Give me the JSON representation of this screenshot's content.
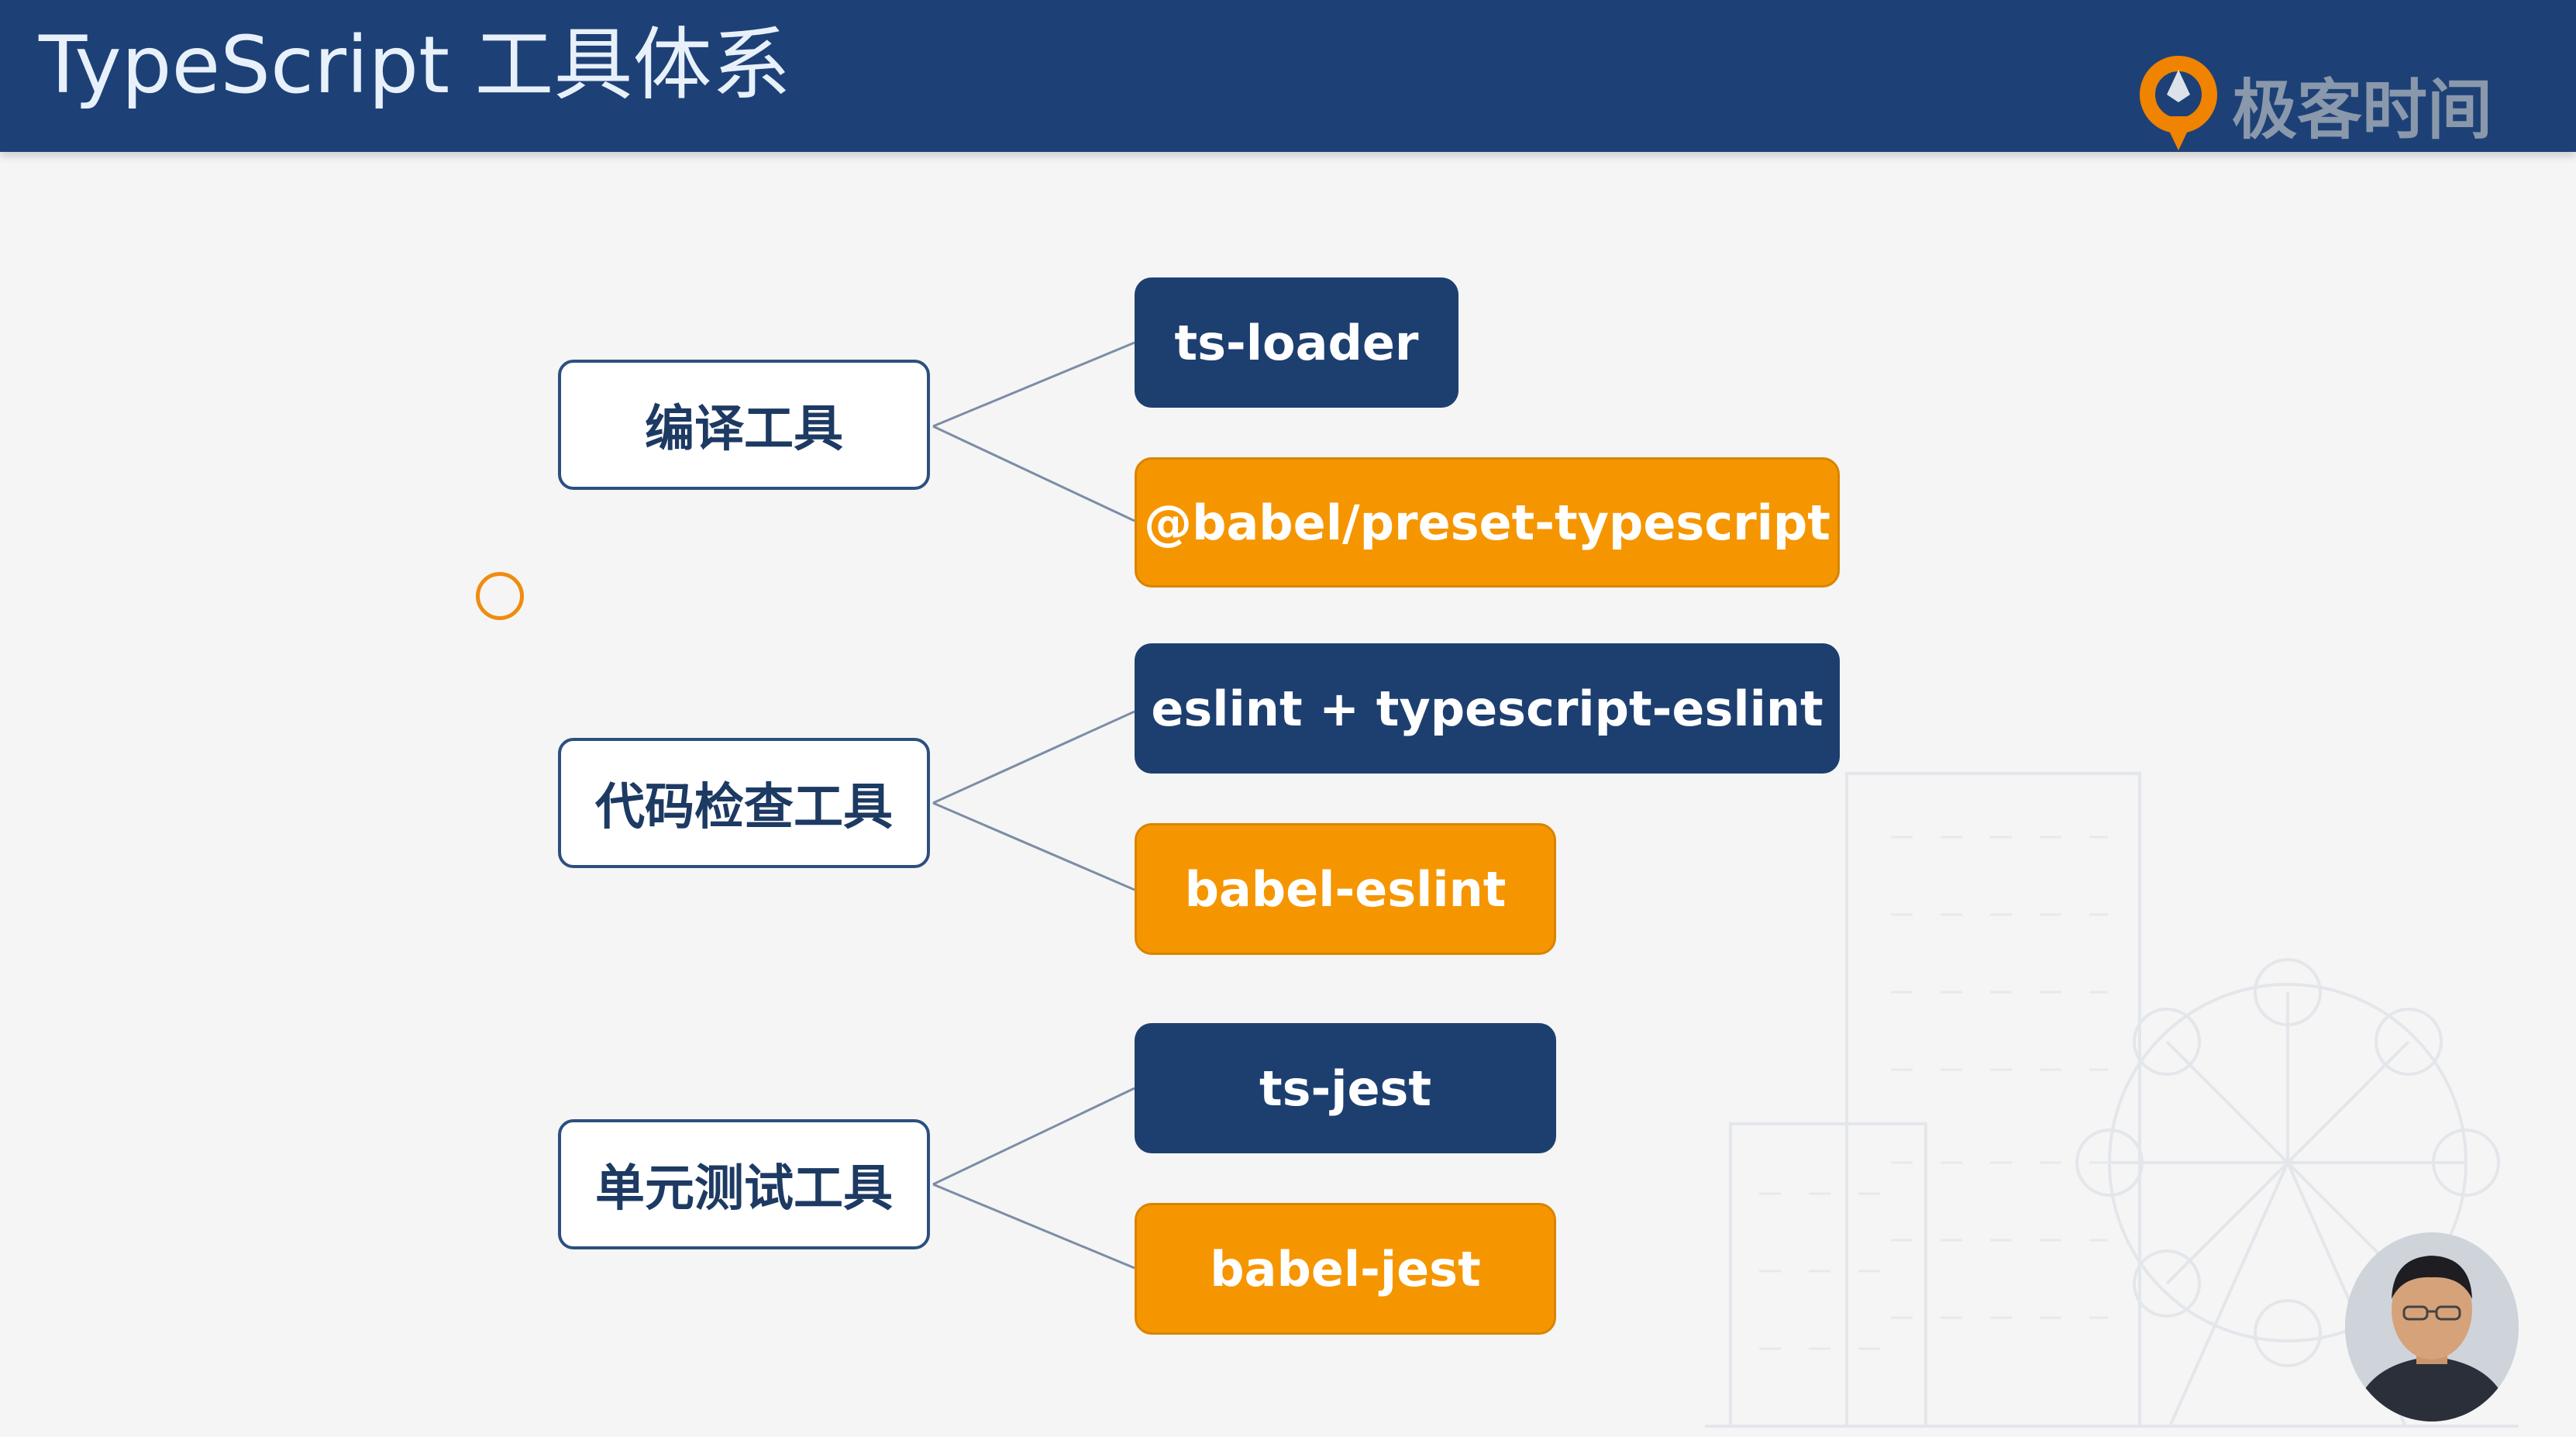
{
  "header": {
    "title": "TypeScript 工具体系",
    "brand": {
      "name": "极客时间",
      "logo_icon": "geektime-logo-icon",
      "logo_color": "#f08300"
    }
  },
  "colors": {
    "header_bg": "#1d4176",
    "navy_node": "#1d3f70",
    "orange_node": "#f59600",
    "category_border": "#2d4f7f"
  },
  "groups": [
    {
      "category": "编译工具",
      "tools": [
        {
          "label": "ts-loader",
          "style": "navy"
        },
        {
          "label": "@babel/preset-typescript",
          "style": "orange"
        }
      ]
    },
    {
      "category": "代码检查工具",
      "tools": [
        {
          "label": "eslint + typescript-eslint",
          "style": "navy"
        },
        {
          "label": "babel-eslint",
          "style": "orange"
        }
      ]
    },
    {
      "category": "单元测试工具",
      "tools": [
        {
          "label": "ts-jest",
          "style": "navy"
        },
        {
          "label": "babel-jest",
          "style": "orange"
        }
      ]
    }
  ],
  "decorations": {
    "cursor_marker_icon": "pointer-ring-icon",
    "background_icon": "cityscape-ferris-wheel-icon",
    "presenter": "presenter-video-avatar"
  }
}
